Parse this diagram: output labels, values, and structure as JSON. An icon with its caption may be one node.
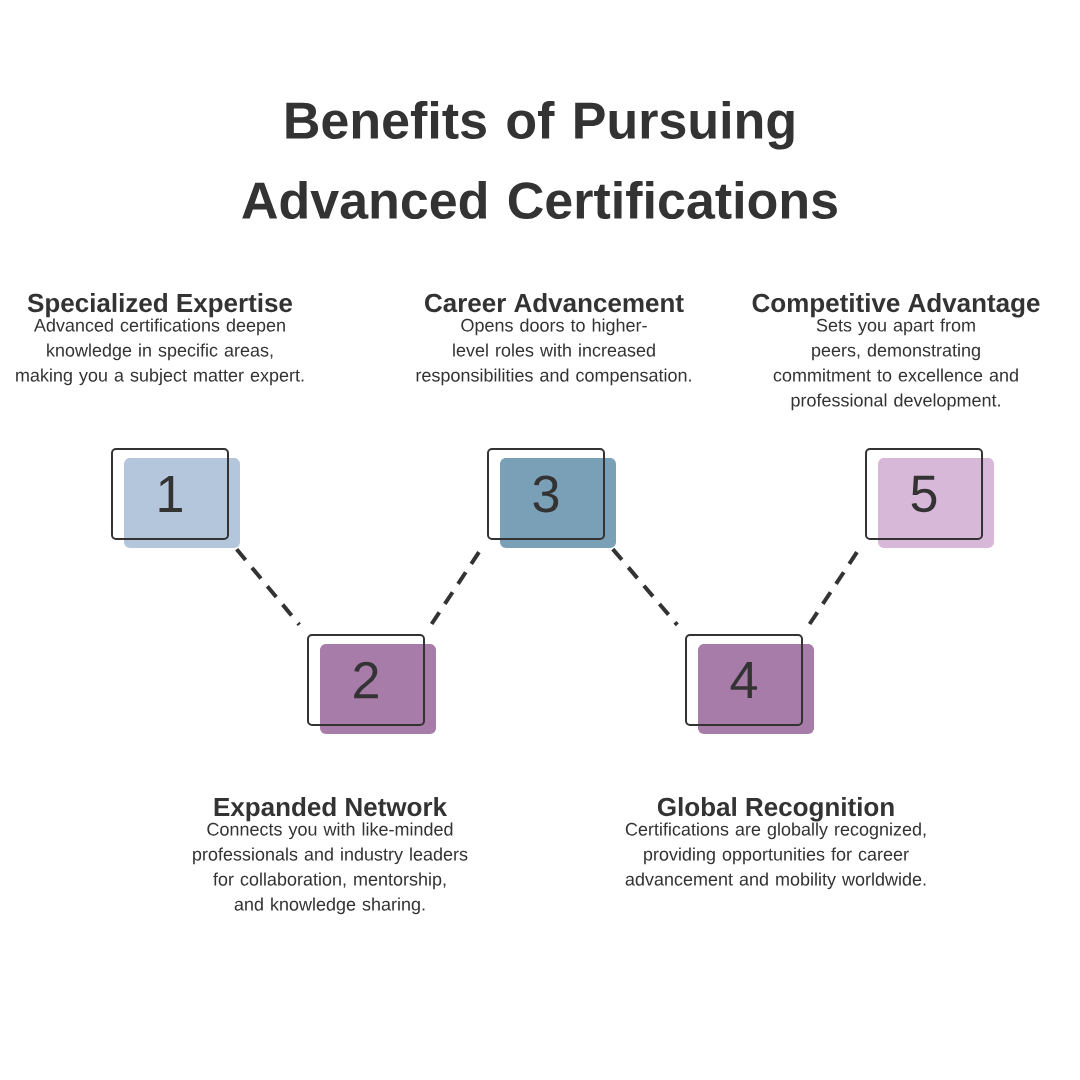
{
  "diagram": {
    "title": "Benefits of Pursuing Advanced Certifications",
    "nodes": [
      {
        "text": [
          "1"
        ],
        "beside": [
          "Specialized Expertise",
          "Advanced certifications deepen knowledge in specific areas, making you a subject matter expert."
        ]
      },
      {
        "text": [
          "2"
        ],
        "beside": [
          "Expanded Network",
          "Connects you with like-minded professionals and industry leaders for collaboration, mentorship, and knowledge sharing."
        ]
      },
      {
        "text": [
          "3"
        ],
        "beside": [
          "Career Advancement",
          "Opens doors to higher-level roles with increased responsibilities and compensation."
        ]
      },
      {
        "text": [
          "4"
        ],
        "beside": [
          "Global Recognition",
          "Certifications are globally recognized, providing opportunities for career advancement and mobility worldwide."
        ]
      },
      {
        "text": [
          "5"
        ],
        "beside": [
          "Competitive Advantage",
          "Sets you apart from peers, demonstrating commitment to excellence and professional development."
        ]
      }
    ],
    "edges": [
      {
        "from": 0,
        "to": 1,
        "arrow": "none",
        "style": "dashed"
      },
      {
        "from": 1,
        "to": 2,
        "arrow": "none",
        "style": "dashed"
      },
      {
        "from": 2,
        "to": 3,
        "arrow": "none",
        "style": "dashed"
      },
      {
        "from": 3,
        "to": 4,
        "arrow": "none",
        "style": "dashed"
      }
    ]
  }
}
